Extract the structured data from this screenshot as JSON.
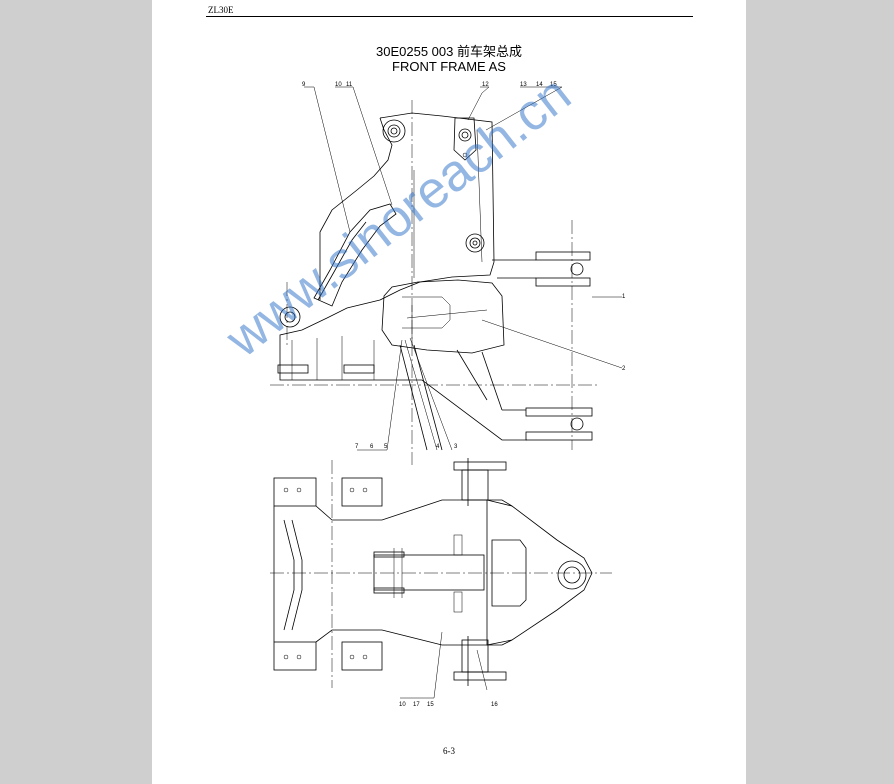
{
  "header": {
    "model": "ZL30E"
  },
  "title": {
    "chinese": "30E0255 003 前车架总成",
    "english": "FRONT FRAME AS"
  },
  "watermark": "www.sinoreach.cn",
  "callouts": {
    "top_view": [
      "9",
      "10",
      "11",
      "12",
      "13",
      "14",
      "15",
      "1",
      "2",
      "3",
      "4",
      "5",
      "6",
      "7"
    ],
    "plan_view": [
      "10",
      "17",
      "15",
      "16"
    ]
  },
  "footer": {
    "page_number": "6-3"
  }
}
